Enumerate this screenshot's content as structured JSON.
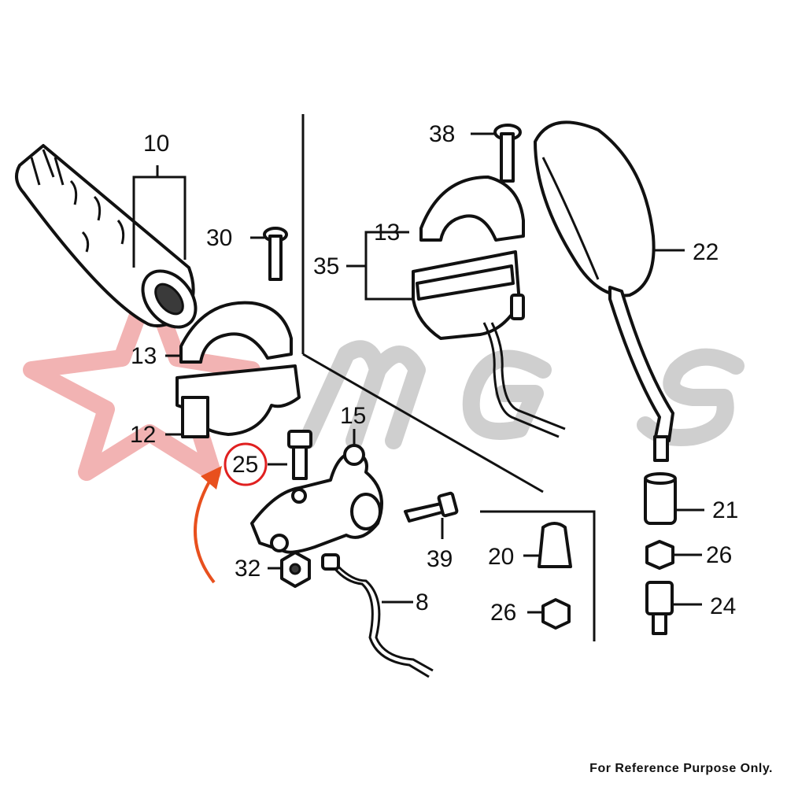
{
  "diagram": {
    "callouts": [
      {
        "id": "10",
        "label": "10"
      },
      {
        "id": "30",
        "label": "30"
      },
      {
        "id": "13a",
        "label": "13"
      },
      {
        "id": "12",
        "label": "12"
      },
      {
        "id": "25",
        "label": "25",
        "highlighted": true
      },
      {
        "id": "15",
        "label": "15"
      },
      {
        "id": "32",
        "label": "32"
      },
      {
        "id": "8",
        "label": "8"
      },
      {
        "id": "39",
        "label": "39"
      },
      {
        "id": "38",
        "label": "38"
      },
      {
        "id": "13b",
        "label": "13"
      },
      {
        "id": "35",
        "label": "35"
      },
      {
        "id": "22",
        "label": "22"
      },
      {
        "id": "21",
        "label": "21"
      },
      {
        "id": "20",
        "label": "20"
      },
      {
        "id": "26a",
        "label": "26"
      },
      {
        "id": "26b",
        "label": "26"
      },
      {
        "id": "24",
        "label": "24"
      }
    ],
    "highlight_color": "#e02020",
    "arrow_color": "#e8501e",
    "watermark_colors": {
      "star": "#f2b3b3",
      "letters": "#cfcfcf"
    }
  },
  "footer": {
    "note": "For Reference Purpose Only."
  }
}
